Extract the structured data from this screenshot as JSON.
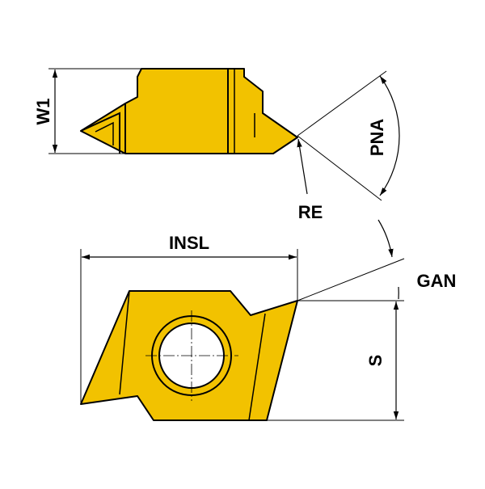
{
  "colors": {
    "insert_fill": "#F2C200",
    "outline": "#000000",
    "dim_line": "#000000",
    "background": "#FFFFFF"
  },
  "labels": {
    "w1": "W1",
    "pna": "PNA",
    "re": "RE",
    "insl": "INSL",
    "gan": "GAN",
    "s": "S"
  }
}
